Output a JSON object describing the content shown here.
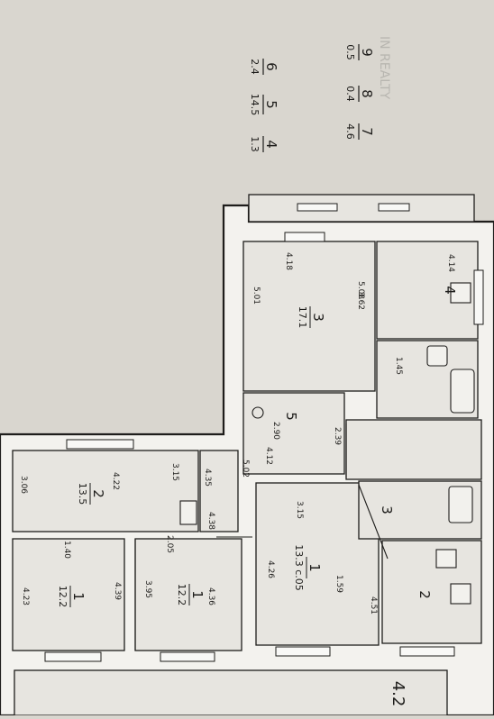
{
  "watermark": "IN REALTY",
  "legend": [
    {
      "num": "4",
      "val": "1.3"
    },
    {
      "num": "5",
      "val": "14.5"
    },
    {
      "num": "6",
      "val": "2.4"
    },
    {
      "num": "7",
      "val": "4.6"
    },
    {
      "num": "8",
      "val": "0.4"
    },
    {
      "num": "9",
      "val": "0.5"
    }
  ],
  "rooms": [
    {
      "num": "3",
      "area": "17.1"
    },
    {
      "num": "4",
      "area": ""
    },
    {
      "num": "5",
      "area": ""
    },
    {
      "num": "2",
      "area": "13.5"
    },
    {
      "num": "1",
      "area": "12.2"
    },
    {
      "num": "1",
      "area": "12.2"
    },
    {
      "num": "1",
      "area": "13.3 c.05"
    },
    {
      "num": "2",
      "area": ""
    },
    {
      "num": "3",
      "area": ""
    }
  ],
  "dimensions": [
    "4.18",
    "5.01",
    "5.08",
    "3.62",
    "4.14",
    "1.45",
    "2.39",
    "2.90",
    "4.12",
    "5.02",
    "3.15",
    "3.06",
    "4.35",
    "4.38",
    "4.22",
    "4.23",
    "1.40",
    "4.39",
    "4.36",
    "2.05",
    "3.95",
    "4.26",
    "3.15",
    "1.59",
    "4.51"
  ],
  "bottom_mark": "4.2"
}
